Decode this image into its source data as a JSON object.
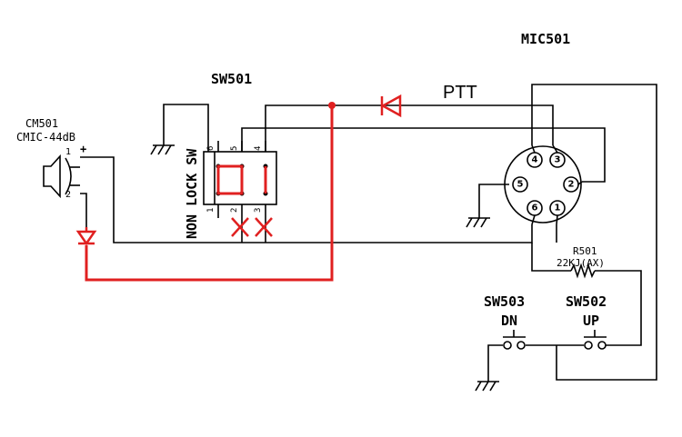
{
  "labels": {
    "mic_connector": "MIC501",
    "switch_lock": "SW501",
    "ptt": "PTT",
    "cm_ref": "CM501",
    "cm_type": "CMIC-44dB",
    "cm_pin1": "1",
    "cm_plus": "+",
    "cm_pin2": "2",
    "non_lock": "NON LOCK SW",
    "resistor_ref": "R501",
    "resistor_val": "22KJ(AX)",
    "sw503": "SW503",
    "sw502": "SW502",
    "dn": "DN",
    "up": "UP"
  },
  "sw_pins": {
    "p6": "6",
    "p5": "5",
    "p4": "4",
    "p1": "1",
    "p2": "2",
    "p3": "3"
  },
  "mic_pins": {
    "p4": "4",
    "p3": "3",
    "p5": "5",
    "p2": "2",
    "p6": "6",
    "p1": "1"
  },
  "colors": {
    "ink": "#000000",
    "modification": "#e02020"
  }
}
